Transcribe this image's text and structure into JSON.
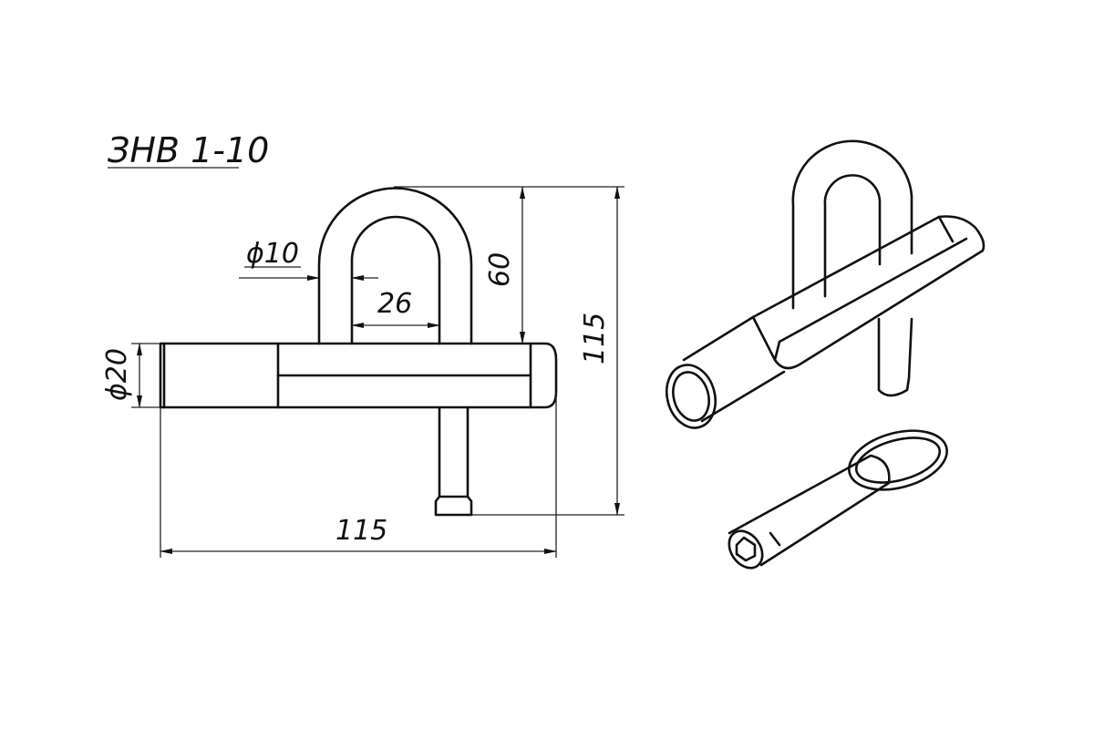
{
  "title": "ЗНВ 1-10",
  "dimensions": {
    "shackle_diameter": "ϕ10",
    "shackle_inner_width": "26",
    "shackle_height": "60",
    "total_height": "115",
    "body_diameter": "ϕ20",
    "total_length": "115"
  }
}
